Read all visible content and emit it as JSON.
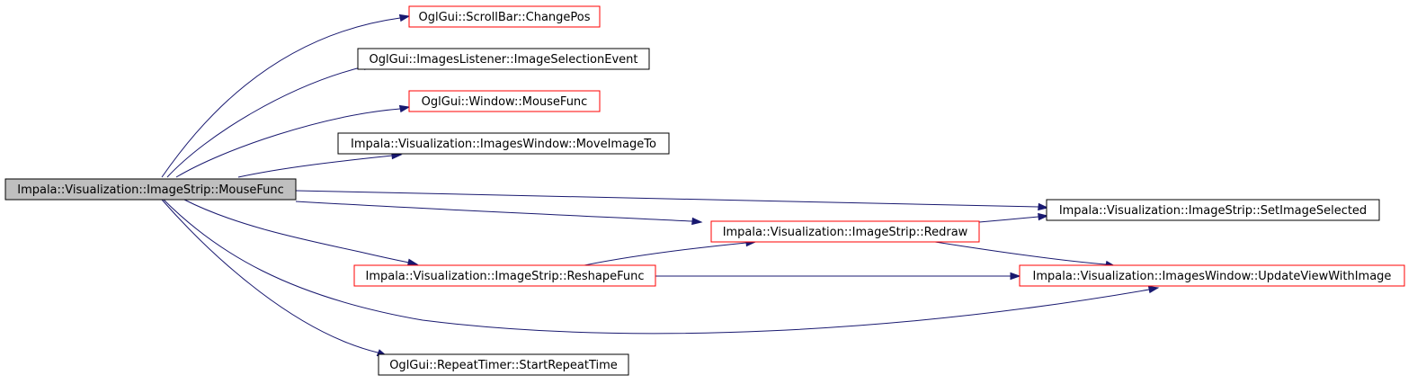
{
  "colors": {
    "edge": "#191970",
    "root_fill": "#bfbfbf",
    "root_border": "#000000",
    "plain_border": "#000000",
    "truncated_border": "#ff0000"
  },
  "graph": {
    "nodes": [
      {
        "id": "n_mousefunc",
        "label": "Impala::Visualization::ImageStrip::MouseFunc",
        "kind": "root"
      },
      {
        "id": "n_scrollbar",
        "label": "OglGui::ScrollBar::ChangePos",
        "kind": "truncated"
      },
      {
        "id": "n_imagesel",
        "label": "OglGui::ImagesListener::ImageSelectionEvent",
        "kind": "plain"
      },
      {
        "id": "n_winmouse",
        "label": "OglGui::Window::MouseFunc",
        "kind": "truncated"
      },
      {
        "id": "n_moveimage",
        "label": "Impala::Visualization::ImagesWindow::MoveImageTo",
        "kind": "plain"
      },
      {
        "id": "n_setsel",
        "label": "Impala::Visualization::ImageStrip::SetImageSelected",
        "kind": "plain"
      },
      {
        "id": "n_redraw",
        "label": "Impala::Visualization::ImageStrip::Redraw",
        "kind": "truncated"
      },
      {
        "id": "n_reshape",
        "label": "Impala::Visualization::ImageStrip::ReshapeFunc",
        "kind": "truncated"
      },
      {
        "id": "n_update",
        "label": "Impala::Visualization::ImagesWindow::UpdateViewWithImage",
        "kind": "truncated"
      },
      {
        "id": "n_repeat",
        "label": "OglGui::RepeatTimer::StartRepeatTime",
        "kind": "plain"
      }
    ],
    "edges": [
      {
        "from": "n_mousefunc",
        "to": "n_scrollbar"
      },
      {
        "from": "n_mousefunc",
        "to": "n_imagesel"
      },
      {
        "from": "n_mousefunc",
        "to": "n_winmouse"
      },
      {
        "from": "n_mousefunc",
        "to": "n_moveimage"
      },
      {
        "from": "n_mousefunc",
        "to": "n_setsel"
      },
      {
        "from": "n_mousefunc",
        "to": "n_redraw"
      },
      {
        "from": "n_mousefunc",
        "to": "n_reshape"
      },
      {
        "from": "n_mousefunc",
        "to": "n_update"
      },
      {
        "from": "n_mousefunc",
        "to": "n_repeat"
      },
      {
        "from": "n_redraw",
        "to": "n_setsel"
      },
      {
        "from": "n_redraw",
        "to": "n_update"
      },
      {
        "from": "n_reshape",
        "to": "n_redraw"
      },
      {
        "from": "n_reshape",
        "to": "n_update"
      }
    ]
  }
}
